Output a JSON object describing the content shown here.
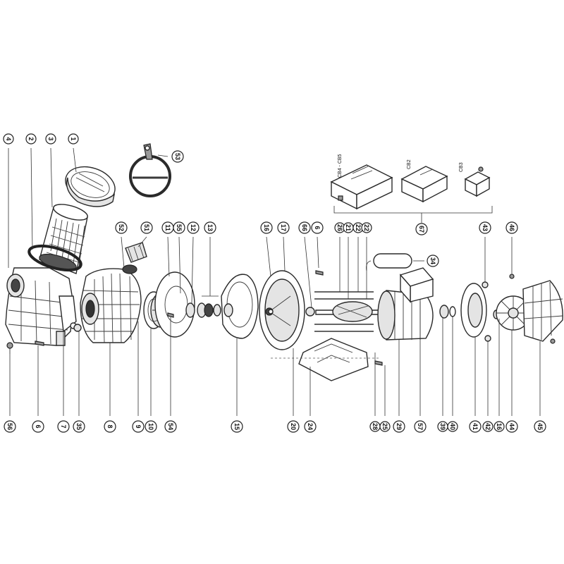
{
  "callouts_top": [
    {
      "key": "c4",
      "label": "4"
    },
    {
      "key": "c2",
      "label": "2"
    },
    {
      "key": "c3",
      "label": "3"
    },
    {
      "key": "c1",
      "label": "1"
    },
    {
      "key": "c53",
      "label": "53"
    },
    {
      "key": "c52",
      "label": "52"
    },
    {
      "key": "c51",
      "label": "51"
    },
    {
      "key": "c11",
      "label": "11"
    },
    {
      "key": "c55",
      "label": "55"
    },
    {
      "key": "c12",
      "label": "12"
    },
    {
      "key": "c13",
      "label": "13"
    },
    {
      "key": "c16",
      "label": "16"
    },
    {
      "key": "c17",
      "label": "17"
    },
    {
      "key": "c66",
      "label": "66"
    },
    {
      "key": "c6t",
      "label": "6"
    },
    {
      "key": "c26",
      "label": "26"
    },
    {
      "key": "c21",
      "label": "21"
    },
    {
      "key": "c22a",
      "label": "22"
    },
    {
      "key": "c22b",
      "label": "22"
    },
    {
      "key": "c34",
      "label": "34"
    },
    {
      "key": "c67",
      "label": "67"
    },
    {
      "key": "c43",
      "label": "43"
    },
    {
      "key": "c46",
      "label": "46"
    }
  ],
  "callouts_bottom": [
    {
      "key": "b56",
      "label": "56"
    },
    {
      "key": "b6",
      "label": "6"
    },
    {
      "key": "b7",
      "label": "7"
    },
    {
      "key": "b35",
      "label": "35"
    },
    {
      "key": "b8",
      "label": "8"
    },
    {
      "key": "b9",
      "label": "9"
    },
    {
      "key": "b10",
      "label": "10"
    },
    {
      "key": "b54",
      "label": "54"
    },
    {
      "key": "b15",
      "label": "15"
    },
    {
      "key": "b20",
      "label": "20"
    },
    {
      "key": "b24",
      "label": "24"
    },
    {
      "key": "b28",
      "label": "28"
    },
    {
      "key": "b25",
      "label": "25"
    },
    {
      "key": "b29",
      "label": "29"
    },
    {
      "key": "b57",
      "label": "57"
    },
    {
      "key": "b39",
      "label": "39"
    },
    {
      "key": "b40",
      "label": "40"
    },
    {
      "key": "b41",
      "label": "41"
    },
    {
      "key": "b42",
      "label": "42"
    },
    {
      "key": "b16",
      "label": "16"
    },
    {
      "key": "b44",
      "label": "44"
    },
    {
      "key": "b45",
      "label": "45"
    }
  ],
  "box_labels": {
    "left": "CB4 - CB5",
    "middle": "CB2",
    "right": "CB3"
  }
}
